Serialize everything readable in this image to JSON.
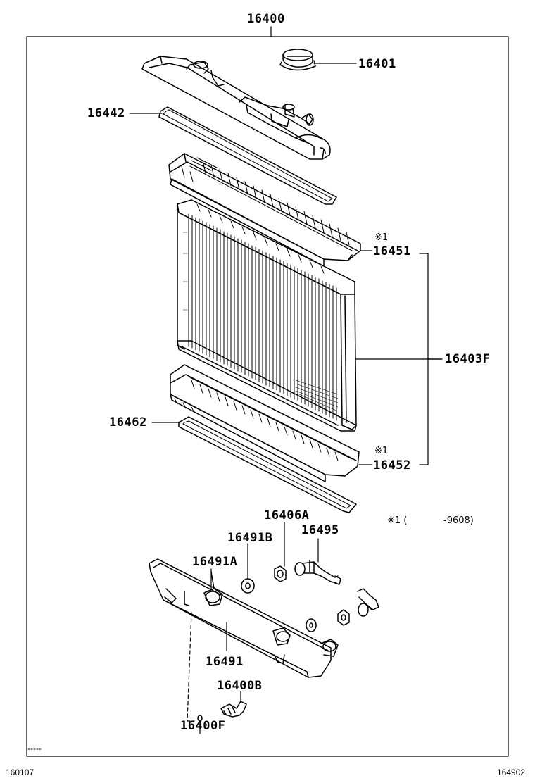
{
  "parts": {
    "assembly": "16400",
    "cap": "16401",
    "upper_gasket": "16442",
    "upper_tank": "16451",
    "core": "16403F",
    "lower_gasket": "16462",
    "lower_tank": "16452",
    "drain_plug_a": "16406A",
    "hose_fitting": "16495",
    "washer_b": "16491B",
    "washer_a": "16491A",
    "bracket": "16491",
    "drain_cock": "16400B",
    "o_ring": "16400F"
  },
  "notes": {
    "mark_upper": "※1",
    "mark_lower": "※1",
    "footnote_mark": "※1 (",
    "footnote_range": "-9608)"
  },
  "footer": {
    "left_code": "160107",
    "right_code": "164902"
  }
}
